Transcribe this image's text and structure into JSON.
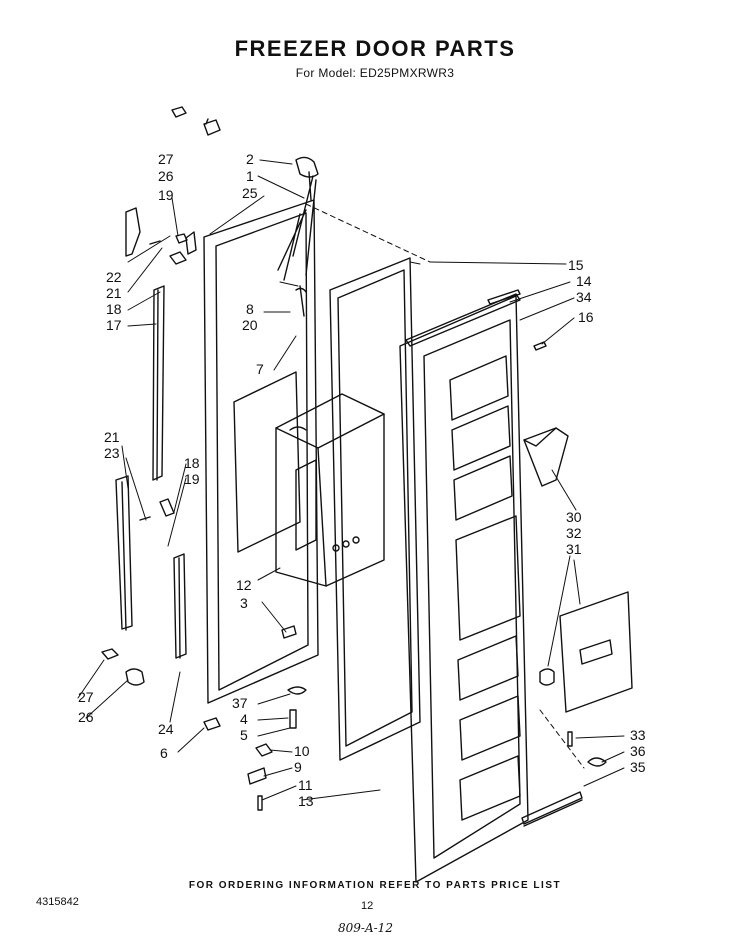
{
  "header": {
    "title": "FREEZER DOOR PARTS",
    "model": "For Model: ED25PMXRWR3"
  },
  "callouts": {
    "c1": "1",
    "c2": "2",
    "c3": "3",
    "c4": "4",
    "c5": "5",
    "c6": "6",
    "c7": "7",
    "c8": "8",
    "c9": "9",
    "c10": "10",
    "c11": "11",
    "c12": "12",
    "c13": "13",
    "c14": "14",
    "c15": "15",
    "c16": "16",
    "c17": "17",
    "c18a": "18",
    "c18b": "18",
    "c19a": "19",
    "c19b": "19",
    "c20": "20",
    "c21a": "21",
    "c21b": "21",
    "c22": "22",
    "c23": "23",
    "c24": "24",
    "c25": "25",
    "c26a": "26",
    "c26b": "26",
    "c27a": "27",
    "c27b": "27",
    "c30": "30",
    "c31": "31",
    "c32": "32",
    "c33": "33",
    "c34": "34",
    "c35": "35",
    "c36": "36",
    "c37": "37"
  },
  "footer": {
    "ordering_note": "FOR ORDERING INFORMATION REFER TO PARTS PRICE LIST",
    "doc_number": "4315842",
    "page_number": "12",
    "handwritten_note": "809-A-12"
  }
}
